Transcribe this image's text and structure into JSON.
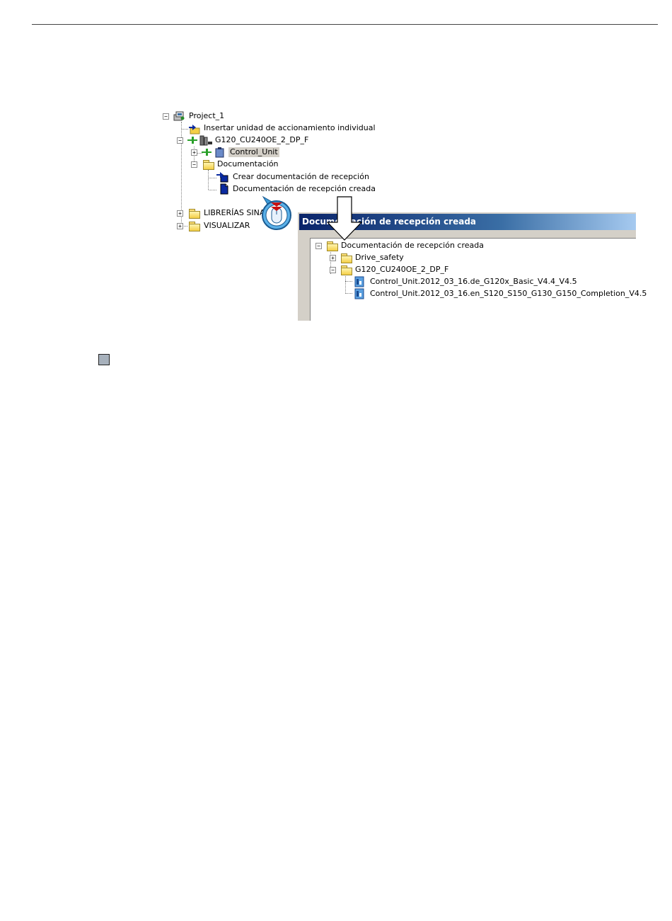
{
  "tree": {
    "project": "Project_1",
    "insert_drive": "Insertar unidad de accionamiento individual",
    "drive": "G120_CU240OE_2_DP_F",
    "control_unit": "Control_Unit",
    "documentation": "Documentación",
    "create_acceptance_doc": "Crear documentación de recepción",
    "created_acceptance_doc": "Documentación de recepción creada",
    "libraries": "LIBRERÍAS SINA",
    "visualize": "VISUALIZAR"
  },
  "dialog": {
    "title": "Documentación de recepción creada",
    "root": "Documentación de recepción creada",
    "drive_safety": "Drive_safety",
    "drive_folder": "G120_CU240OE_2_DP_F",
    "file_1": "Control_Unit.2012_03_16.de_G120x_Basic_V4.4_V4.5",
    "file_2": "Control_Unit.2012_03_16.en_S120_S150_G130_G150_Completion_V4.5"
  },
  "colors": {
    "titlebar_start": "#0a246a",
    "titlebar_end": "#a6caf0",
    "selection": "#d4d0c8",
    "folder": "#f4cf46",
    "marker": "#a7b1bc"
  }
}
